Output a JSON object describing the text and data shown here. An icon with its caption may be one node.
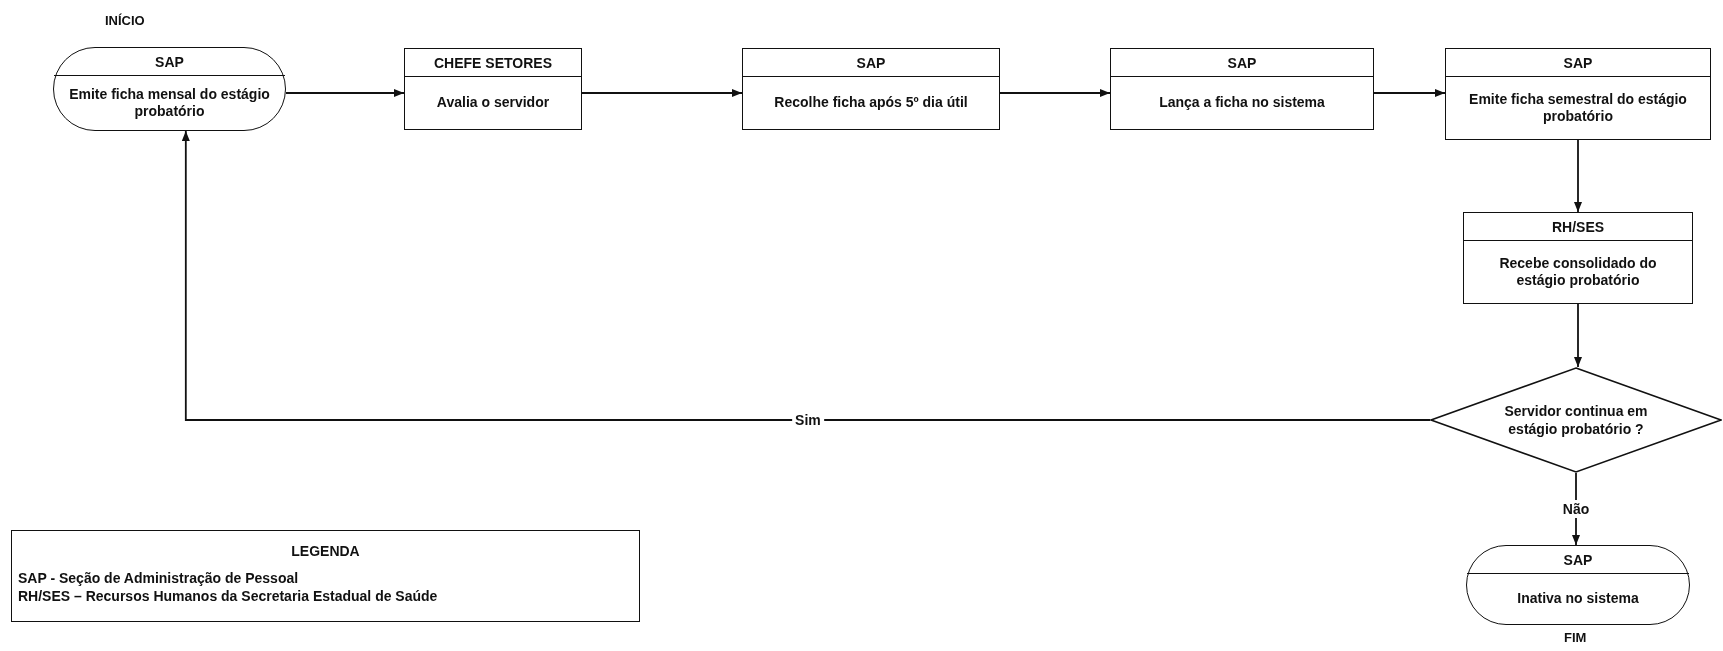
{
  "diagram": {
    "nodes": [
      {
        "text": [
          "SAP",
          "Emite ficha mensal do estágio probatório"
        ],
        "beside": [
          "INÍCIO"
        ]
      },
      {
        "text": [
          "CHEFE SETORES",
          "Avalia o servidor"
        ]
      },
      {
        "text": [
          "SAP",
          "Recolhe ficha após 5º dia útil"
        ]
      },
      {
        "text": [
          "SAP",
          "Lança a ficha no sistema"
        ]
      },
      {
        "text": [
          "SAP",
          "Emite ficha semestral do estágio probatório"
        ]
      },
      {
        "text": [
          "RH/SES",
          "Recebe consolidado do estágio probatório"
        ]
      },
      {
        "text": [
          "Servidor continua em estágio probatório ?"
        ]
      },
      {
        "text": [
          "SAP",
          "Inativa no sistema"
        ],
        "beside": [
          "FIM"
        ]
      },
      {
        "text": [
          "LEGENDA",
          "SAP - Seção de Administração de Pessoal",
          "RH/SES –  Recursos Humanos da Secretaria Estadual de Saúde"
        ]
      }
    ],
    "edges": [
      {
        "from": 0,
        "to": 1,
        "arrow": "to"
      },
      {
        "from": 1,
        "to": 2,
        "arrow": "to"
      },
      {
        "from": 2,
        "to": 3,
        "arrow": "to"
      },
      {
        "from": 3,
        "to": 4,
        "arrow": "to"
      },
      {
        "from": 4,
        "to": 5,
        "arrow": "to"
      },
      {
        "from": 5,
        "to": 6,
        "arrow": "to"
      },
      {
        "from": 6,
        "to": 0,
        "arrow": "to",
        "label": "Sim"
      },
      {
        "from": 6,
        "to": 7,
        "arrow": "to",
        "label": "Não"
      }
    ]
  }
}
